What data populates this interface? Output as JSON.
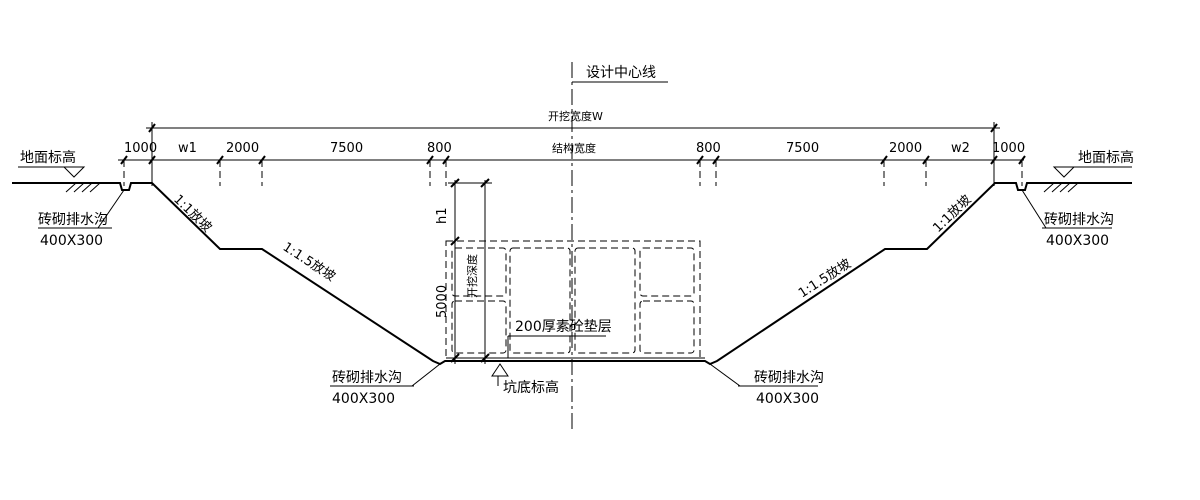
{
  "centerline_label": "设计中心线",
  "excavation_width_label": "开挖宽度W",
  "structure_width_label": "结构宽度",
  "dims_left": [
    "1000",
    "w1",
    "2000",
    "7500",
    "800"
  ],
  "dims_right": [
    "800",
    "7500",
    "2000",
    "w2",
    "1000"
  ],
  "ground_label": "地面标高",
  "drain_label": "砖砌排水沟",
  "drain_size": "400X300",
  "slope_1_1": "1:1放坡",
  "slope_1_15": "1:1.5放坡",
  "h1_label": "h1",
  "depth_5000": "5000",
  "excavation_depth_label": "开挖深度",
  "cushion_label": "200厚素砼垫层",
  "pit_bottom_label": "坑底标高"
}
